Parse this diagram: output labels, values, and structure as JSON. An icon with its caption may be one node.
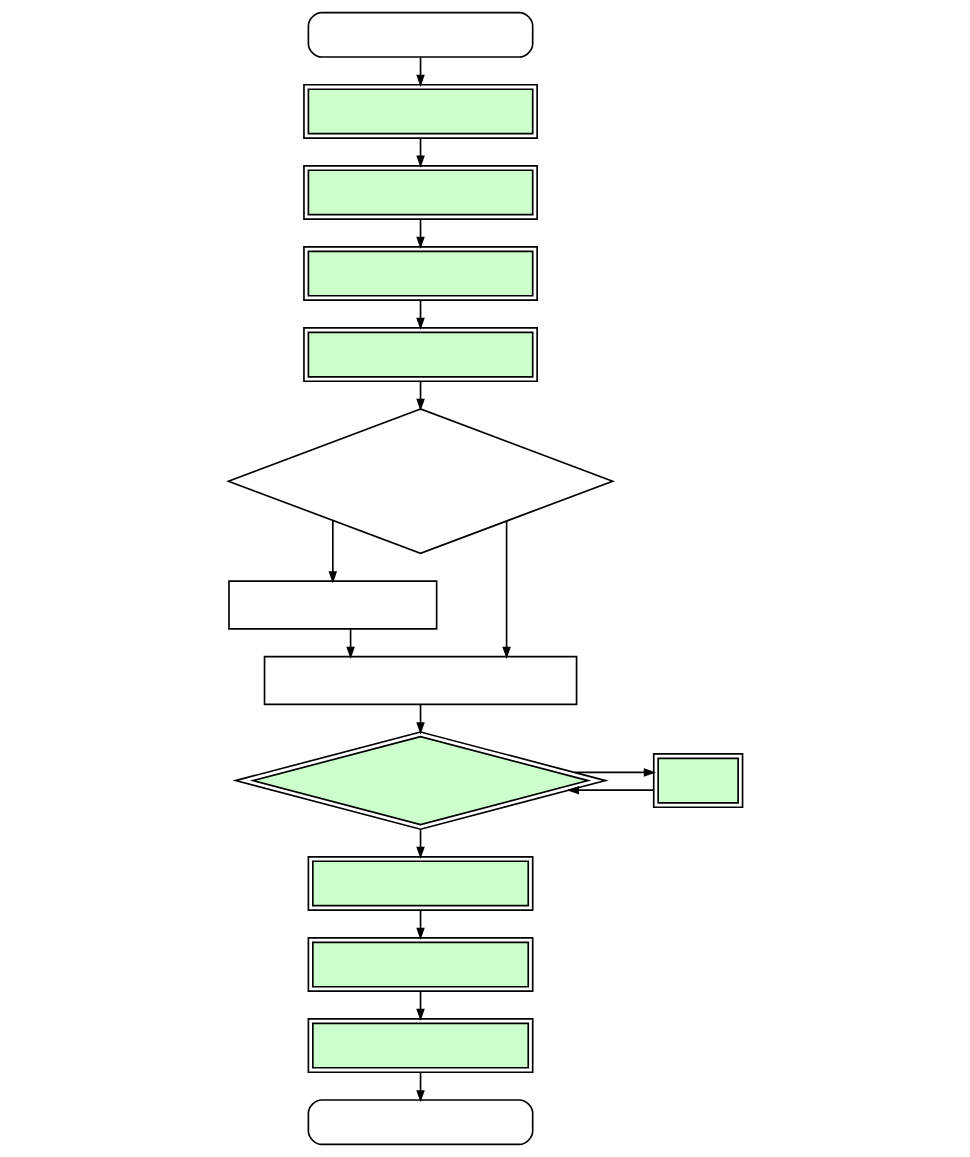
{
  "diagram": {
    "nodes": [
      {
        "text": [],
        "shape": "box"
      },
      {
        "text": [],
        "shape": "box"
      },
      {
        "text": [],
        "shape": "box"
      },
      {
        "text": [],
        "shape": "box"
      },
      {
        "text": [],
        "shape": "box"
      },
      {
        "text": [],
        "shape": "diamond"
      },
      {
        "text": [],
        "shape": "box"
      },
      {
        "text": [],
        "shape": "box"
      },
      {
        "text": [],
        "shape": "diamond"
      },
      {
        "text": [],
        "shape": "box"
      },
      {
        "text": [],
        "shape": "box"
      },
      {
        "text": [],
        "shape": "box"
      },
      {
        "text": [],
        "shape": "box"
      },
      {
        "text": [],
        "shape": "box"
      }
    ],
    "edges": [
      {
        "from": 0,
        "to": 1,
        "arrow": "to"
      },
      {
        "from": 1,
        "to": 2,
        "arrow": "to"
      },
      {
        "from": 2,
        "to": 3,
        "arrow": "to"
      },
      {
        "from": 3,
        "to": 4,
        "arrow": "to"
      },
      {
        "from": 4,
        "to": 5,
        "arrow": "to"
      },
      {
        "from": 5,
        "to": 6,
        "arrow": "to"
      },
      {
        "from": 5,
        "to": 7,
        "arrow": "to"
      },
      {
        "from": 6,
        "to": 7,
        "arrow": "to"
      },
      {
        "from": 7,
        "to": 8,
        "arrow": "to"
      },
      {
        "from": 8,
        "to": 9,
        "arrow": "to"
      },
      {
        "from": 9,
        "to": 8,
        "arrow": "to"
      },
      {
        "from": 8,
        "to": 10,
        "arrow": "to"
      },
      {
        "from": 10,
        "to": 11,
        "arrow": "to"
      },
      {
        "from": 11,
        "to": 12,
        "arrow": "to"
      },
      {
        "from": 12,
        "to": 13,
        "arrow": "to"
      }
    ]
  }
}
